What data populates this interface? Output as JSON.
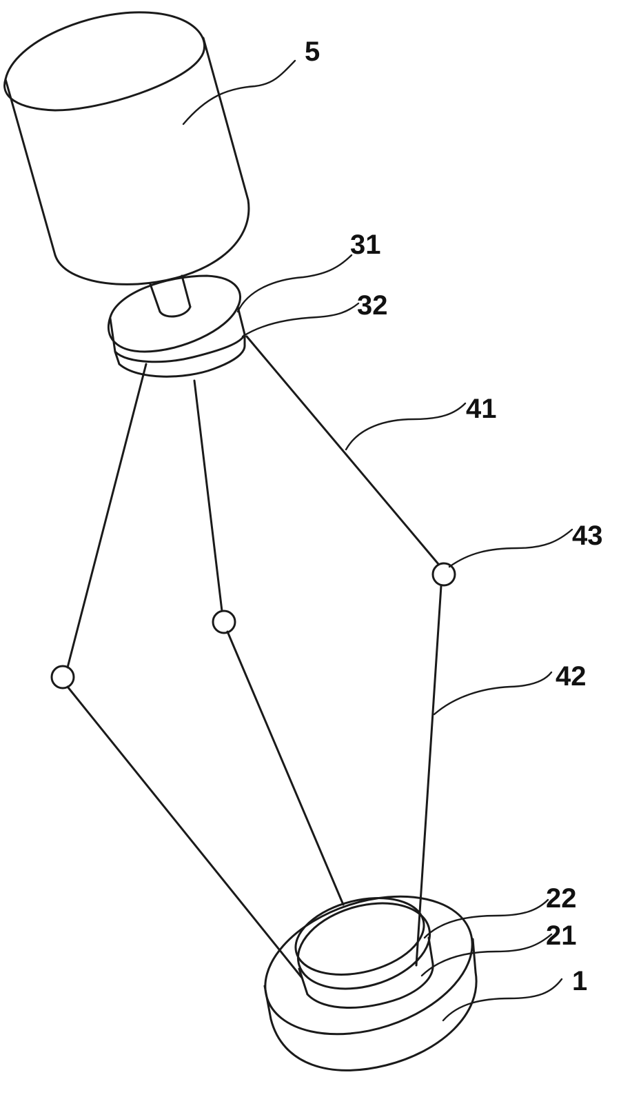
{
  "labels": {
    "motor": "5",
    "upper_disc_top": "31",
    "upper_disc_bottom": "32",
    "upper_rod": "41",
    "lower_rod": "42",
    "hinge": "43",
    "inner_disc": "22",
    "middle_disc": "21",
    "base": "1"
  }
}
